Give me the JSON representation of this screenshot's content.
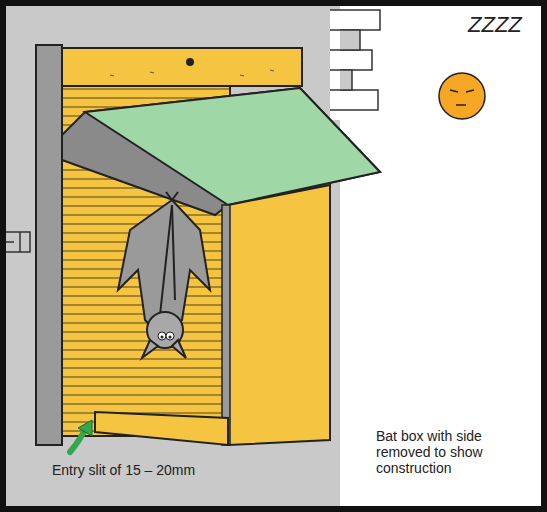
{
  "diagram": {
    "labels": [
      "ZZZZ",
      "Entry slit of 15 – 20mm",
      "Bat box with side removed to show construction"
    ]
  }
}
